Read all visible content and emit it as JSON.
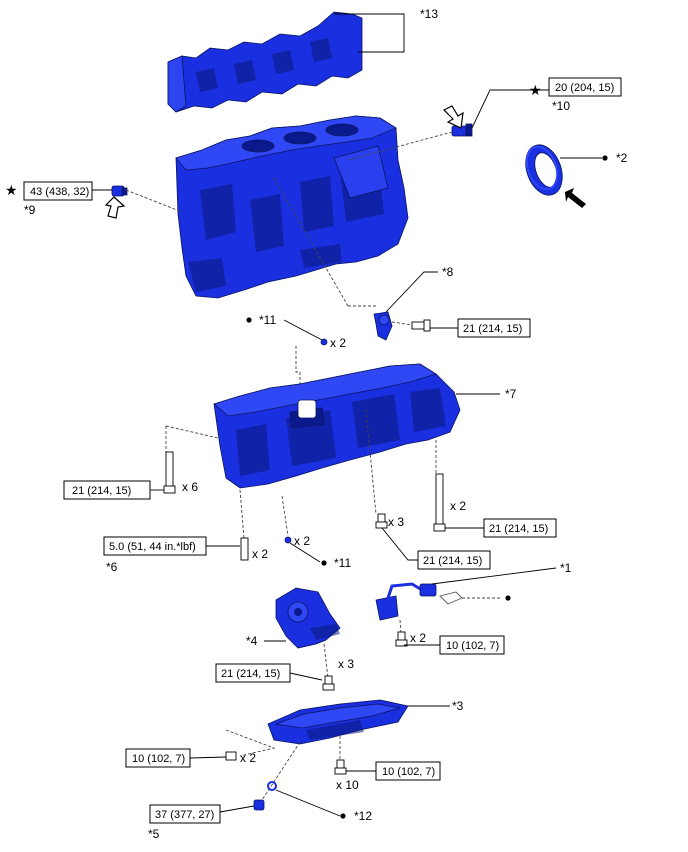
{
  "callouts": {
    "c13": "*13",
    "c10": "*10",
    "c2": "*2",
    "c9": "*9",
    "c8": "*8",
    "c11a": "*11",
    "c7": "*7",
    "c6": "*6",
    "c11b": "*11",
    "c1": "*1",
    "c4": "*4",
    "c3": "*3",
    "c5": "*5",
    "c12": "*12"
  },
  "torques": {
    "t_oil_pressure_top": "20 (204, 15)",
    "t_left_plug": "43 (438, 32)",
    "t_nozzle": "21 (214, 15)",
    "t_long_bolt_left": "21 (214, 15)",
    "t_long_bolt_right": "21 (214, 15)",
    "t_stud": "5.0 (51, 44 in.*lbf)",
    "t_mid_bolt": "21 (214, 15)",
    "t_sensor_bolt": "10 (102, 7)",
    "t_pump_bolt": "21 (214, 15)",
    "t_pan_nut": "10 (102, 7)",
    "t_pan_bolt": "10 (102, 7)",
    "t_drain_plug": "37 (377, 27)"
  },
  "quantities": {
    "q_x2_pin_top": "x 2",
    "q_x6": "x 6",
    "q_x2_long": "x 2",
    "q_x3_mid": "x 3",
    "q_x2_stud": "x 2",
    "q_x2_pin_bot": "x 2",
    "q_x2_sensor": "x 2",
    "q_x3_pump": "x 3",
    "q_x2_nut": "x 2",
    "q_x10": "x 10"
  },
  "symbols": {
    "star": "★",
    "dot": "●"
  },
  "colors": {
    "part_blue": "#1a2fe0",
    "part_dark": "#0a1a8c",
    "line": "#000000"
  }
}
